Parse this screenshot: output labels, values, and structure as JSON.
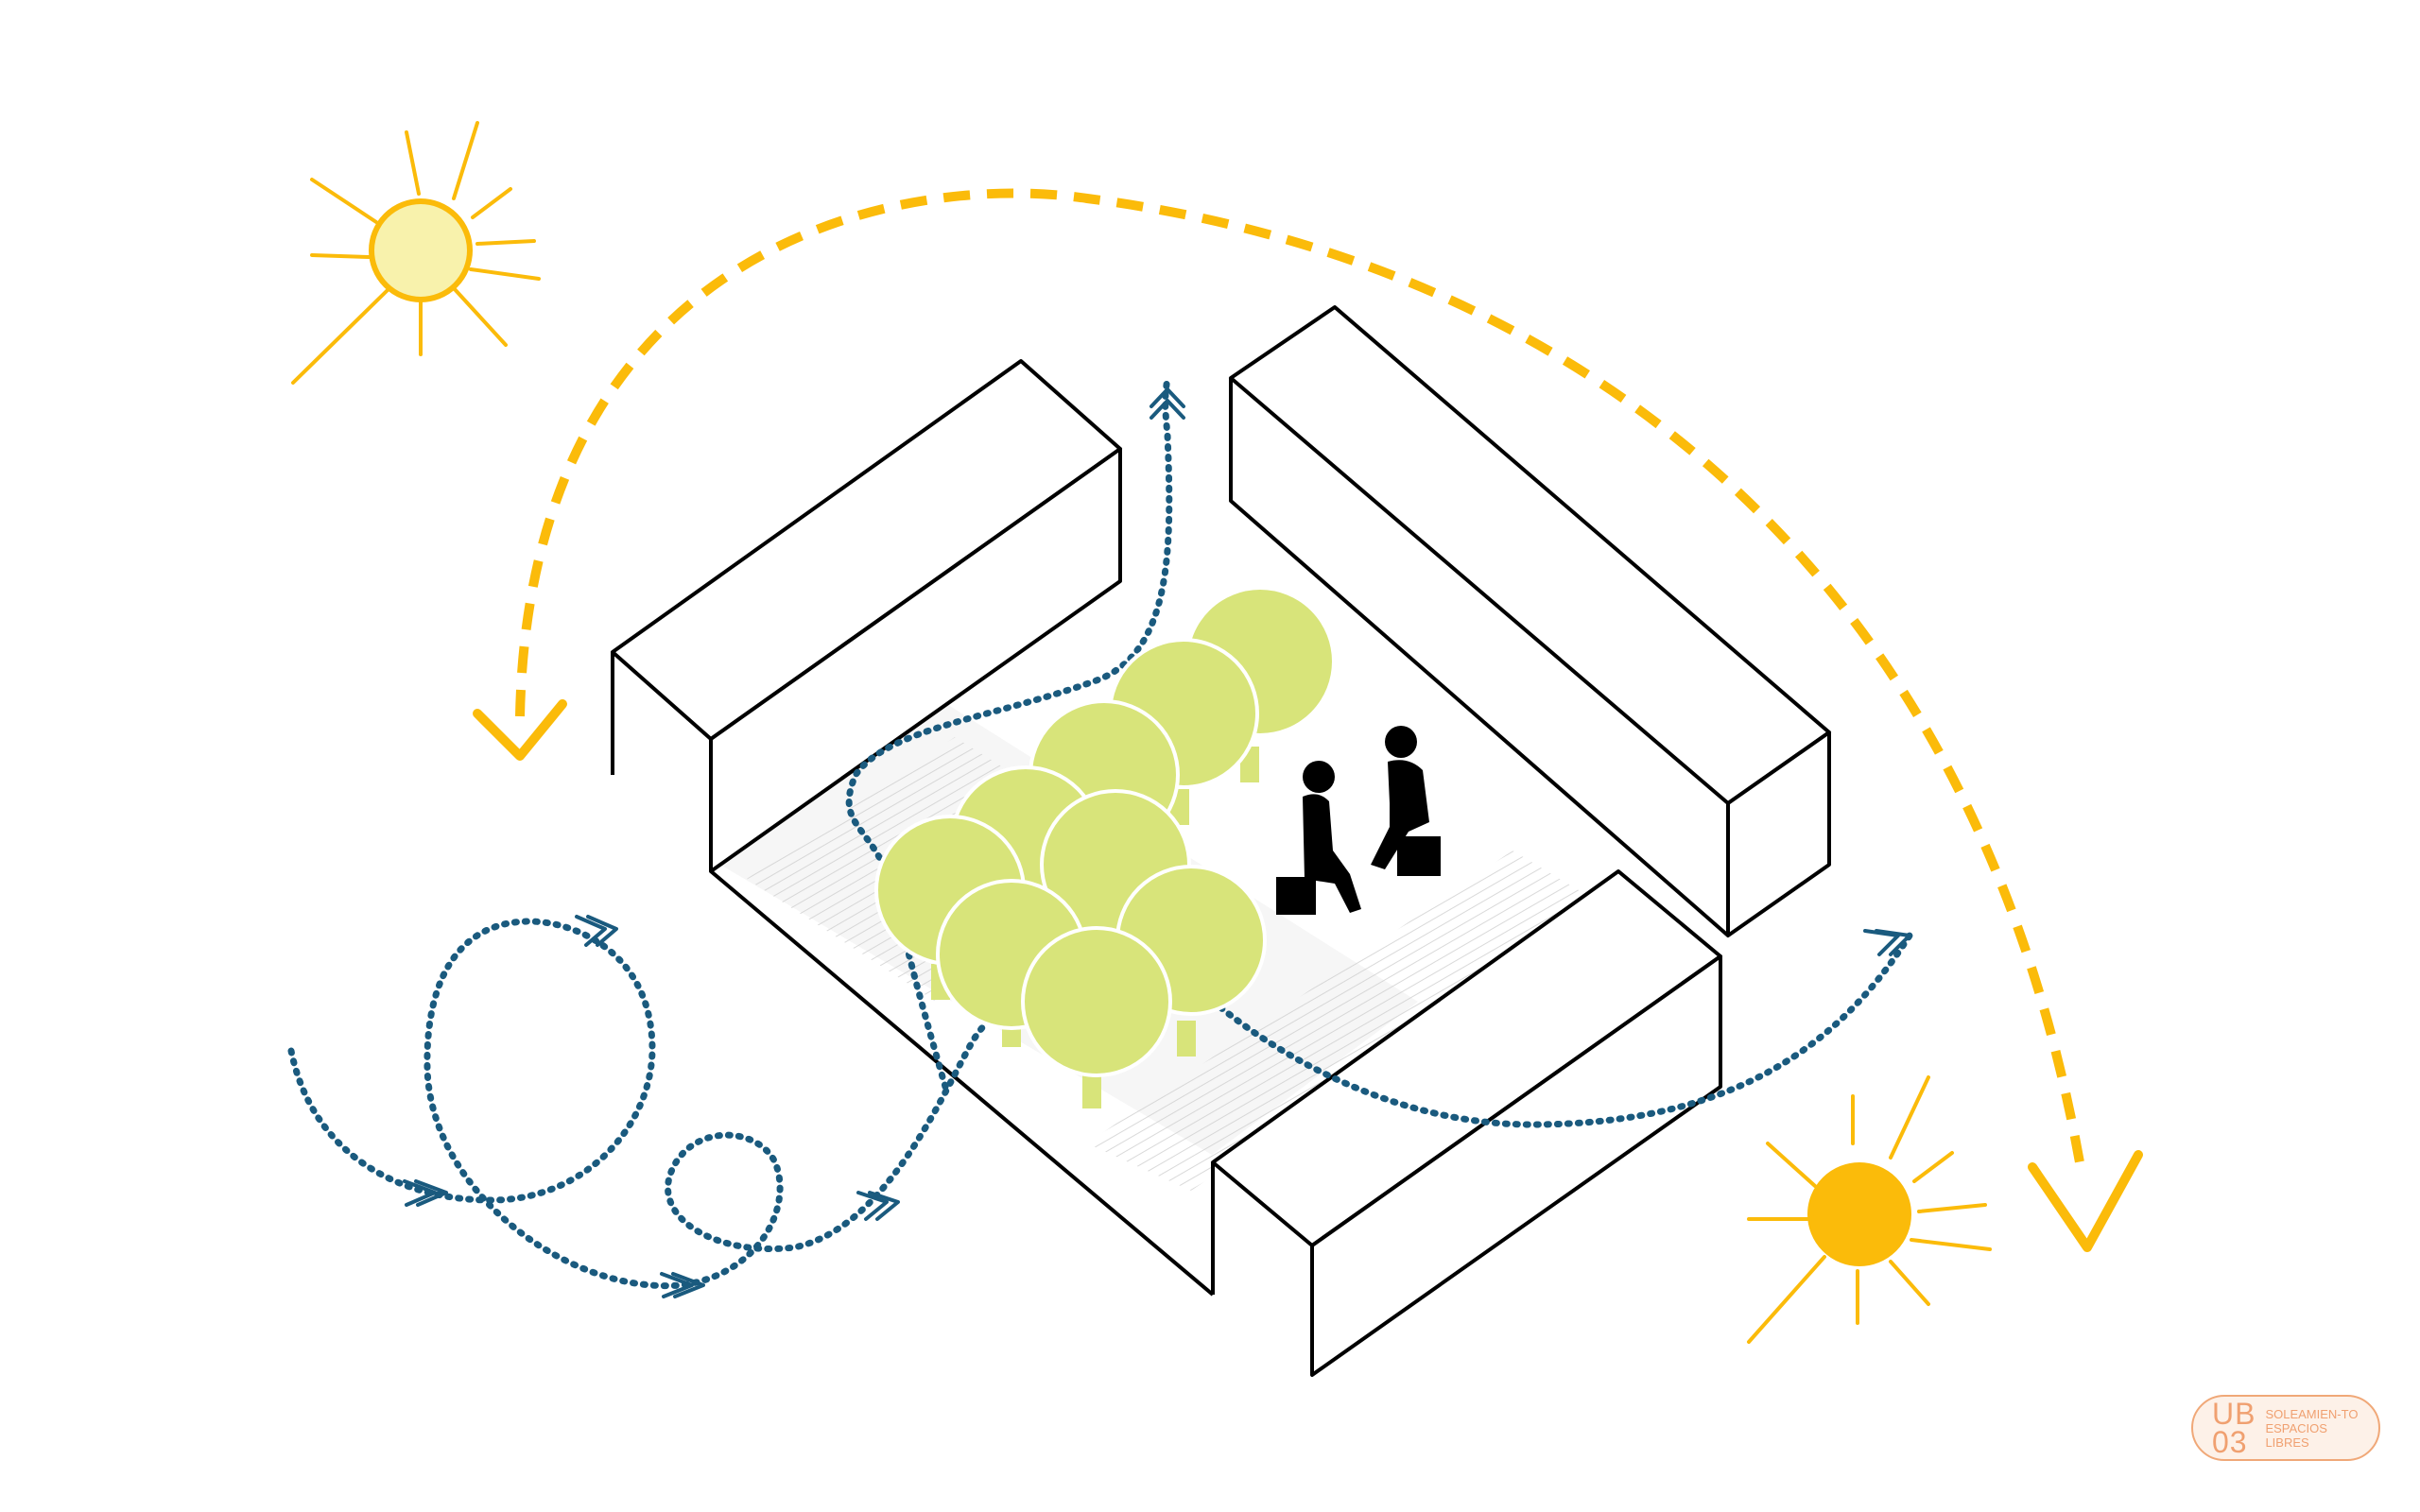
{
  "colors": {
    "sun_pale_fill": "#f8f2ac",
    "sun_strong_fill": "#fbbb0a",
    "sun_ray": "#fbbb0a",
    "sun_path": "#fbbb0a",
    "wind_path": "#1a5a7e",
    "tree_crown": "#d8e47a",
    "building_stroke": "#000000",
    "shade_hatch": "#c9c9c9",
    "badge_text": "#f0a070"
  },
  "icons": {
    "sun_morning": "sun-icon",
    "sun_afternoon": "sun-icon",
    "person_a": "seated-person-icon",
    "person_b": "seated-person-icon"
  },
  "badge": {
    "code_line1": "UB",
    "code_line2": "03",
    "label": "SOLEAMIEN-TO ESPACIOS LIBRES"
  }
}
